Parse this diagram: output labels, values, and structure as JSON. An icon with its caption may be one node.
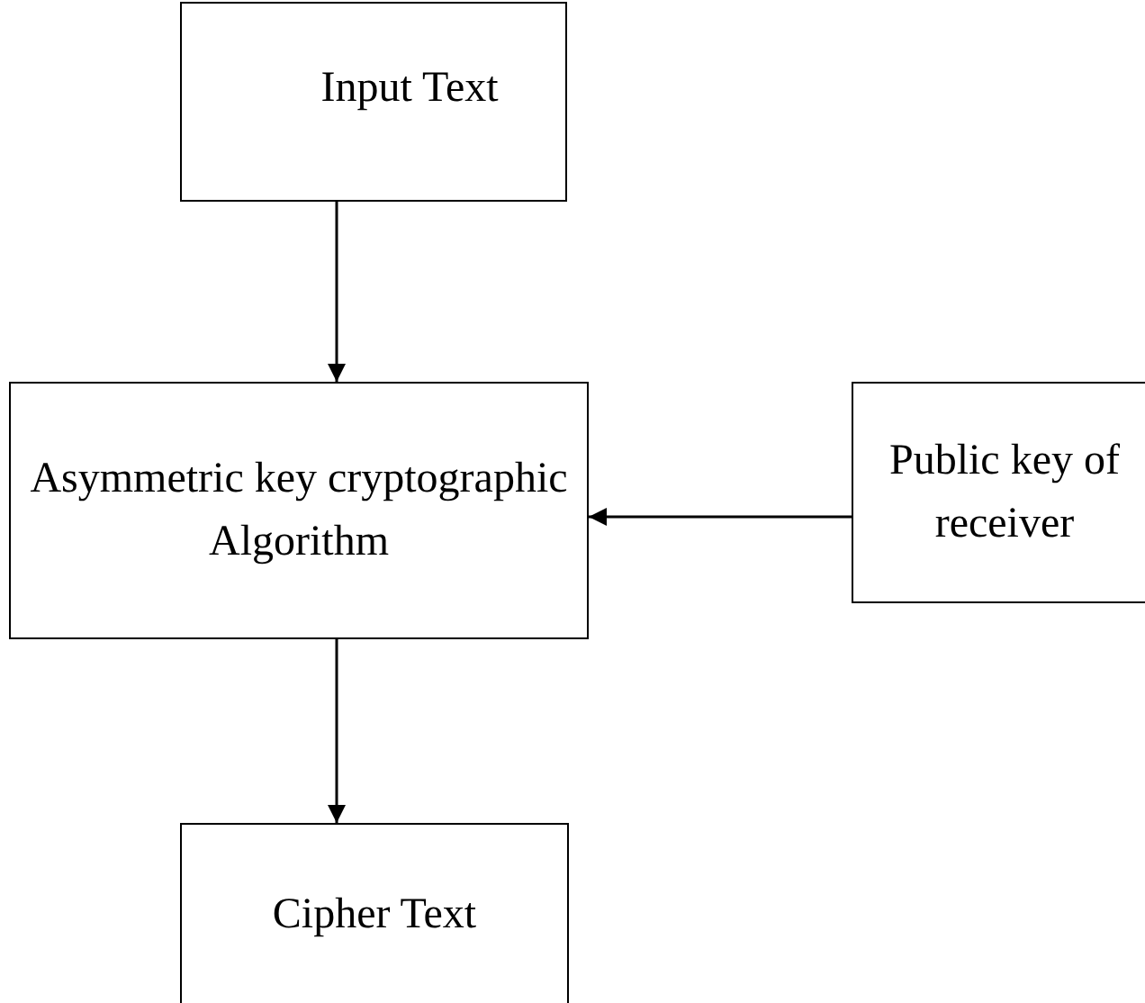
{
  "diagram": {
    "nodes": [
      {
        "text": [
          "Input Text"
        ]
      },
      {
        "text": [
          "Asymmetric key cryptographic Algorithm"
        ]
      },
      {
        "text": [
          "Public key of receiver"
        ]
      },
      {
        "text": [
          "Cipher Text"
        ]
      }
    ],
    "edges": [
      {
        "from": 0,
        "to": 1,
        "arrow": "to"
      },
      {
        "from": 2,
        "to": 1,
        "arrow": "to"
      },
      {
        "from": 1,
        "to": 3,
        "arrow": "to"
      }
    ]
  }
}
